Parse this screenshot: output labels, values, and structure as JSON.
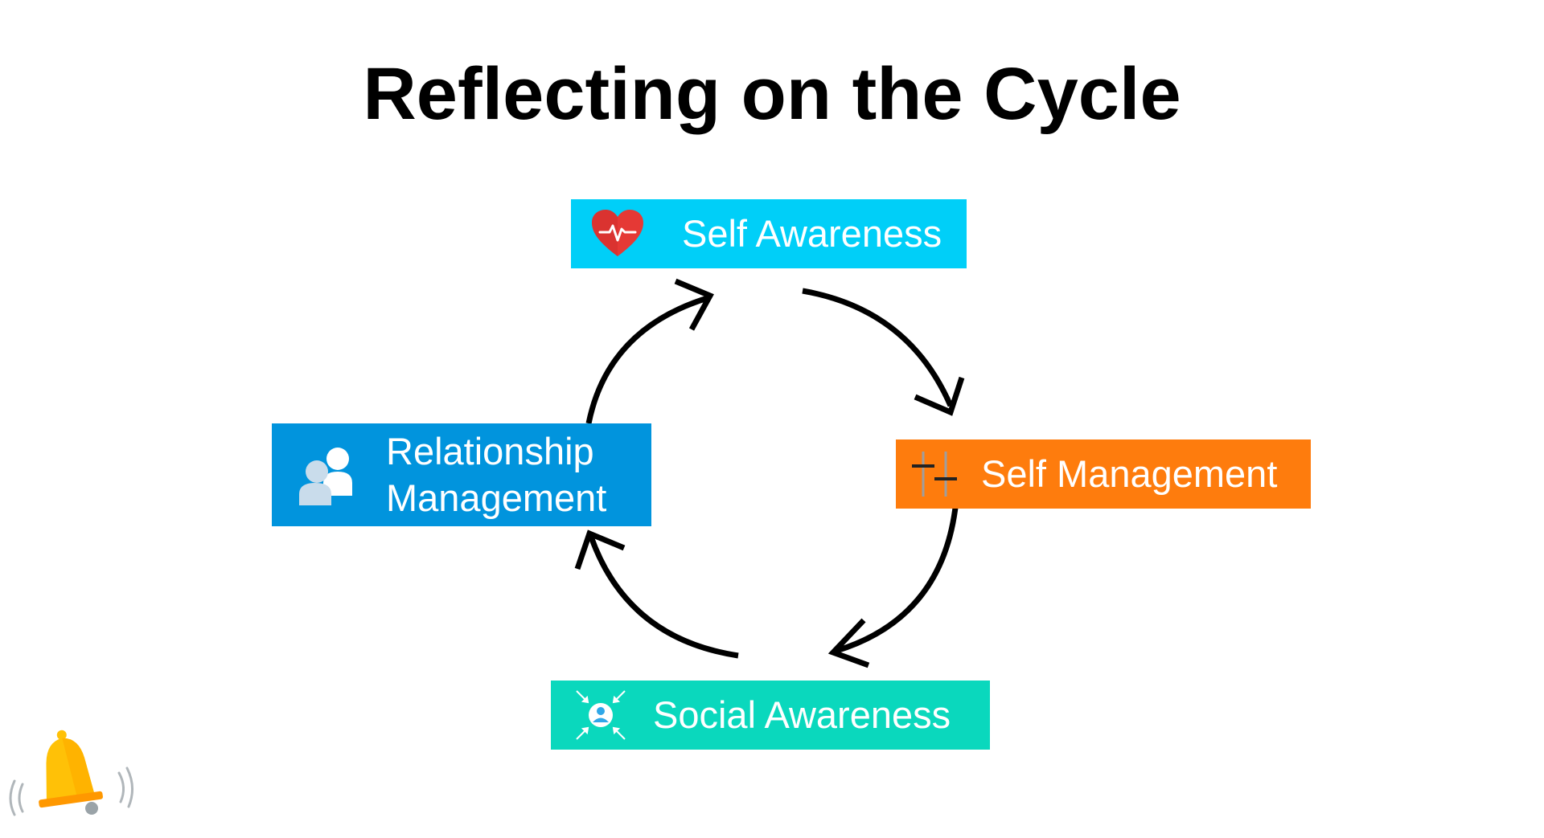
{
  "title": "Reflecting on the Cycle",
  "nodes": {
    "self_awareness": {
      "label": "Self Awareness",
      "color": "#00CFF8",
      "icon": "heart-pulse-icon"
    },
    "self_management": {
      "label": "Self Management",
      "color": "#FE7C0D",
      "icon": "sliders-icon"
    },
    "social_awareness": {
      "label": "Social Awareness",
      "color": "#0AD8BD",
      "icon": "person-focus-icon"
    },
    "relationship_management": {
      "label_line1": "Relationship",
      "label_line2": "Management",
      "color": "#0194DD",
      "icon": "people-icon"
    }
  },
  "cycle_order": [
    "Self Awareness",
    "Self Management",
    "Social Awareness",
    "Relationship Management"
  ],
  "decorations": {
    "bell": {
      "icon": "ringing-bell-icon",
      "color": "#FFC107"
    }
  }
}
